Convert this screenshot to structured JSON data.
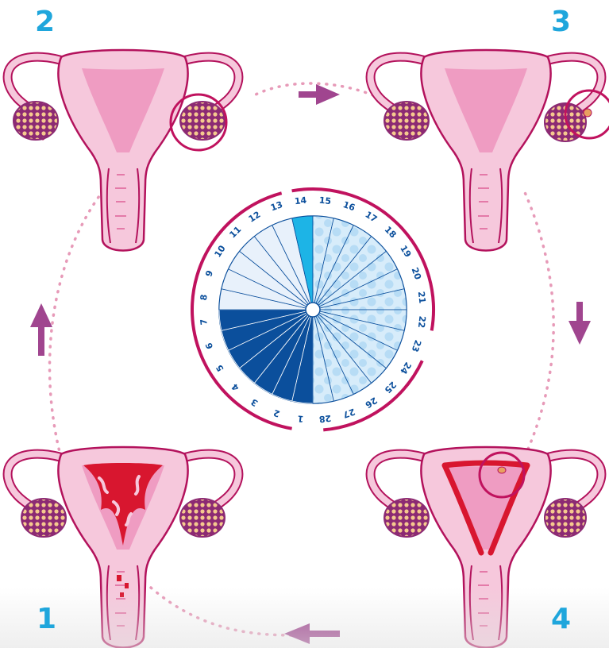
{
  "stages": [
    {
      "number": "1"
    },
    {
      "number": "2"
    },
    {
      "number": "3"
    },
    {
      "number": "4"
    }
  ],
  "cycle_days": [
    "1",
    "2",
    "3",
    "4",
    "5",
    "6",
    "7",
    "8",
    "9",
    "10",
    "11",
    "12",
    "13",
    "14",
    "15",
    "16",
    "17",
    "18",
    "19",
    "20",
    "21",
    "22",
    "23",
    "24",
    "25",
    "26",
    "27",
    "28"
  ],
  "phases": {
    "menstruation_days": 7,
    "ovulation_day": 14
  },
  "colors": {
    "number": "#1fa6dc",
    "uterus_light": "#f6c8dc",
    "uterus_mid": "#ef9cc2",
    "outline": "#b3125c",
    "blood": "#d8162f",
    "ovary": "#8c2a73",
    "follicle": "#f5c98e",
    "menstrual_wedge": "#0b4f9c",
    "ovulation_wedge": "#1db4e6",
    "follicular_wedge": "#e8f1fb",
    "luteal_wedge": "#d7ecfa",
    "arrow": "#a0458f",
    "dots": "#e79ab8",
    "ring": "#c0125e"
  }
}
